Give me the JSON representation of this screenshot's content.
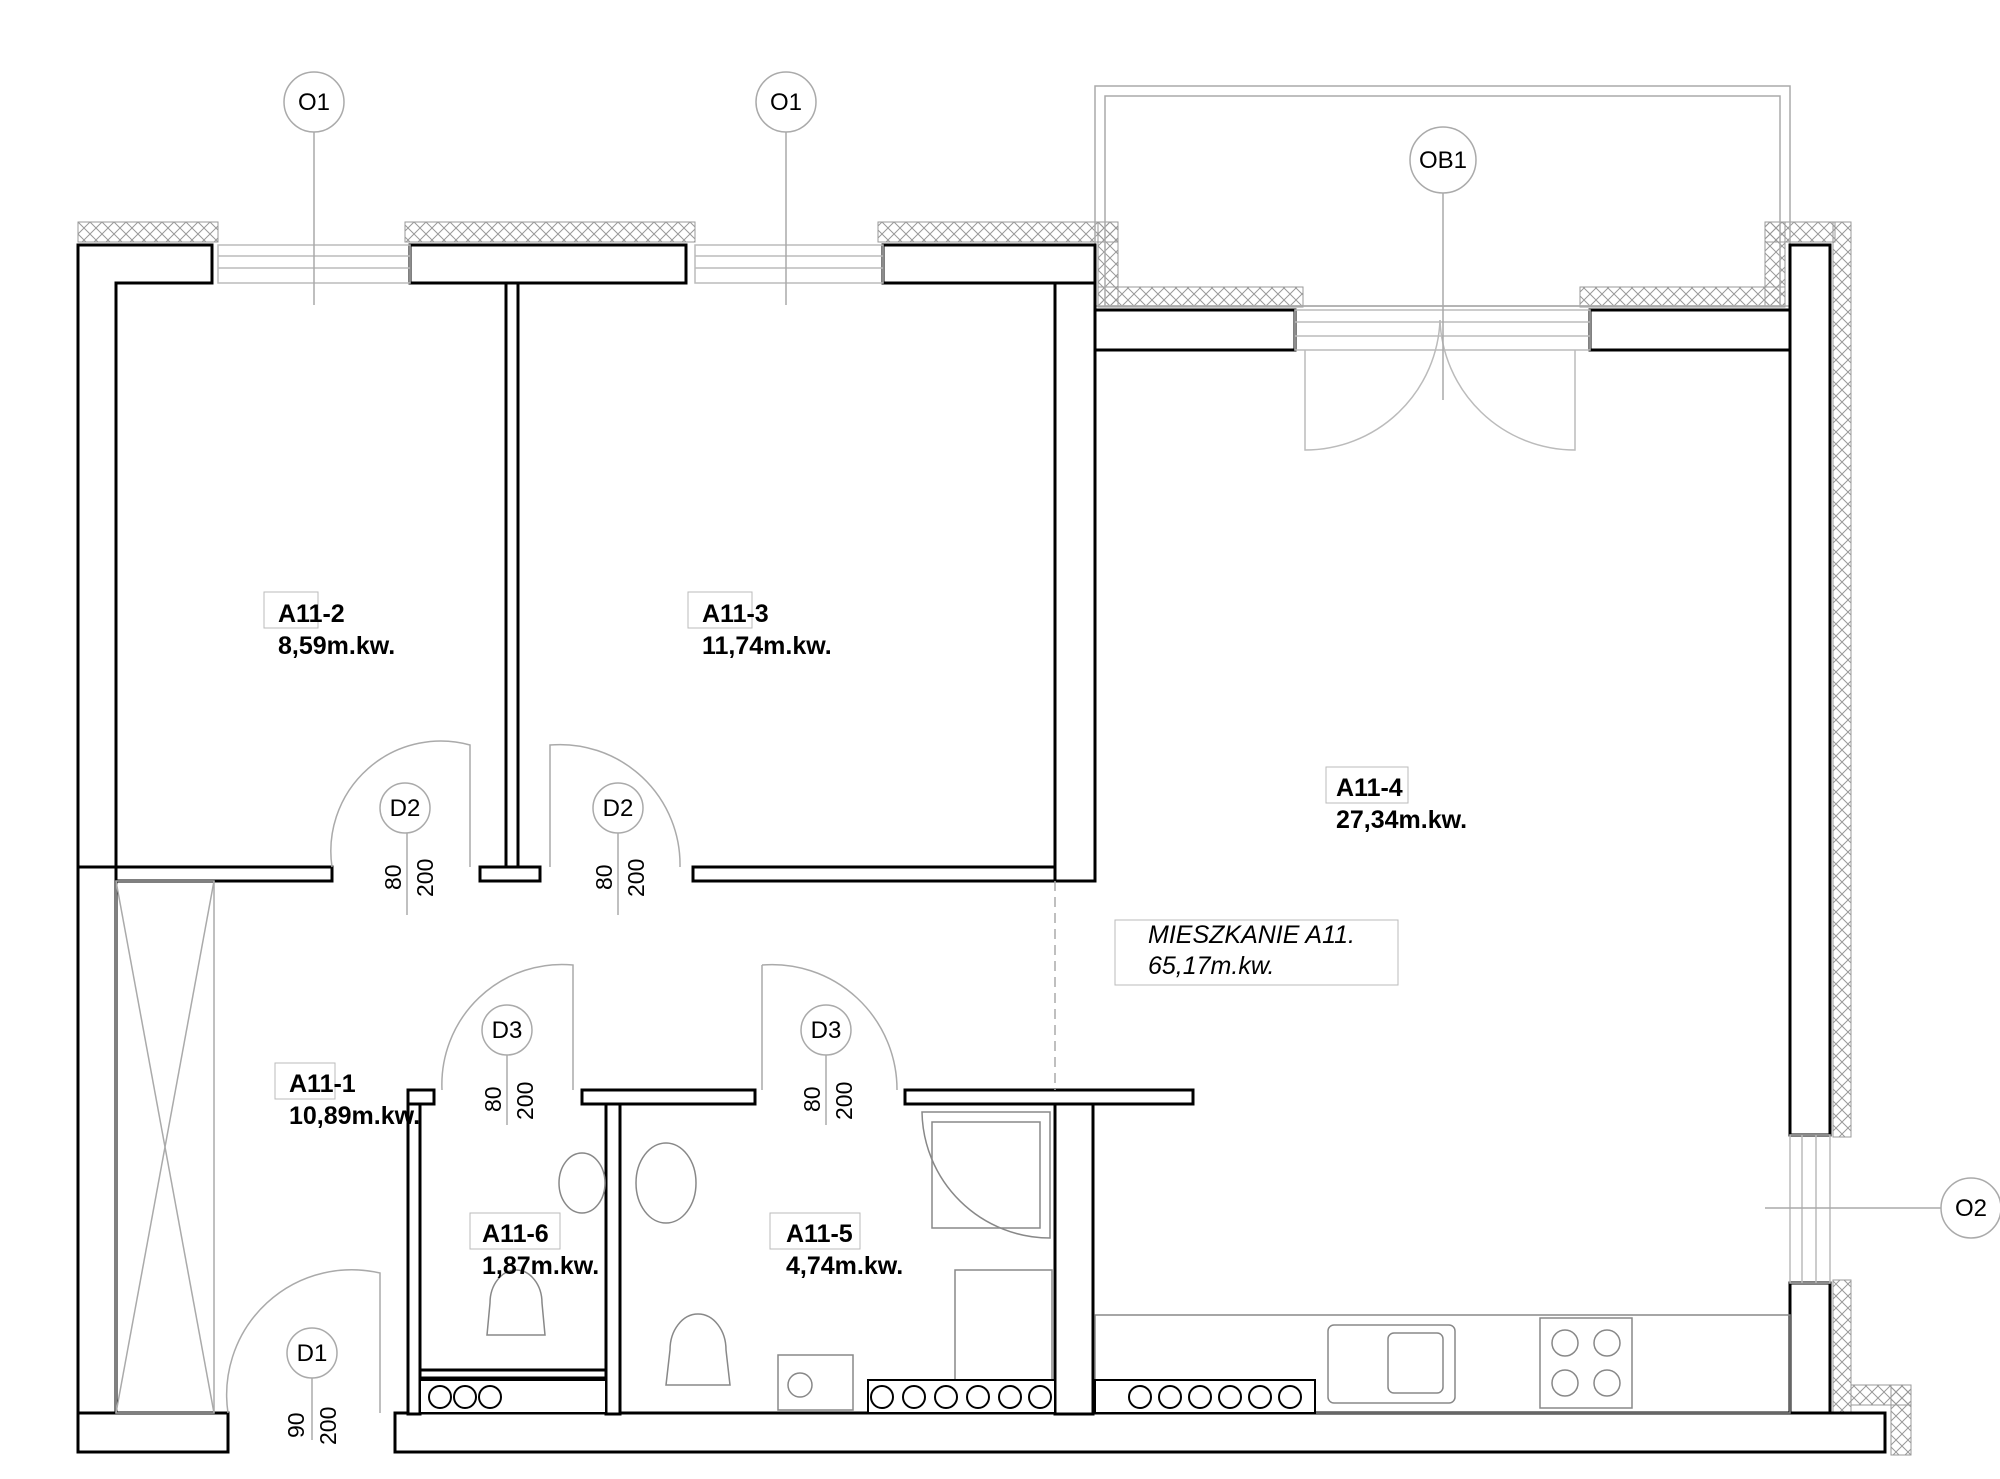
{
  "plan": {
    "apartment": {
      "name": "MIESZKANIE A11.",
      "area": "65,17m.kw."
    },
    "rooms": [
      {
        "id": "A11-1",
        "area": "10,89m.kw."
      },
      {
        "id": "A11-2",
        "area": "8,59m.kw."
      },
      {
        "id": "A11-3",
        "area": "11,74m.kw."
      },
      {
        "id": "A11-4",
        "area": "27,34m.kw."
      },
      {
        "id": "A11-5",
        "area": "4,74m.kw."
      },
      {
        "id": "A11-6",
        "area": "1,87m.kw."
      }
    ],
    "windows": [
      {
        "tag": "O1"
      },
      {
        "tag": "O1"
      },
      {
        "tag": "OB1"
      },
      {
        "tag": "O2"
      }
    ],
    "doors": [
      {
        "tag": "D1",
        "width": "90",
        "height": "200"
      },
      {
        "tag": "D2",
        "width": "80",
        "height": "200"
      },
      {
        "tag": "D2",
        "width": "80",
        "height": "200"
      },
      {
        "tag": "D3",
        "width": "80",
        "height": "200"
      },
      {
        "tag": "D3",
        "width": "80",
        "height": "200"
      }
    ],
    "colors": {
      "wall_stroke": "#000000",
      "fixture_stroke": "#777777",
      "thin_line": "#bbbbbb",
      "background": "#ffffff"
    }
  }
}
